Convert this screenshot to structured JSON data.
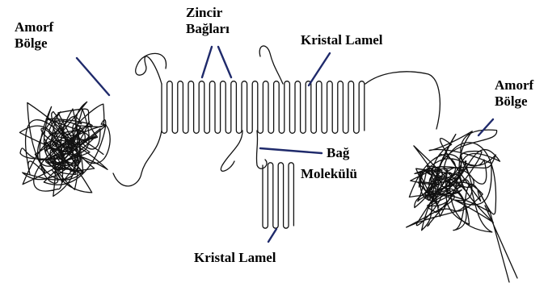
{
  "labels": {
    "amorf_left_line1": "Amorf",
    "amorf_left_line2": "Bölge",
    "zincir_line1": "Zincir",
    "zincir_line2": "Bağları",
    "kristal_top": "Kristal Lamel",
    "amorf_right_line1": "Amorf",
    "amorf_right_line2": "Bölge",
    "bag_molekulu_line1": "Bağ",
    "bag_molekulu_line2": "Molekülü",
    "kristal_bottom": "Kristal Lamel"
  },
  "colors": {
    "chain": "#111111",
    "pointer": "#1f2a6b",
    "text": "#000000"
  }
}
